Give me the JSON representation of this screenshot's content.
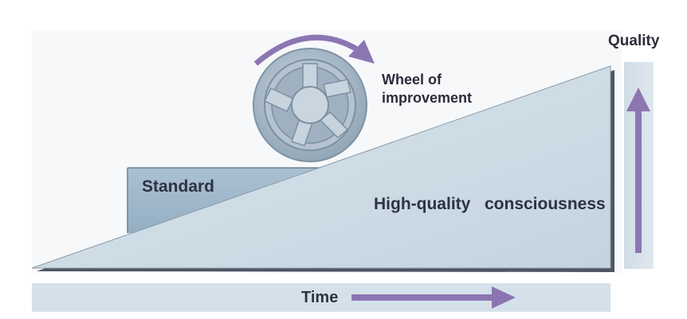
{
  "labels": {
    "quality": "Quality",
    "wheel_line1": "Wheel of",
    "wheel_line2": "improvement",
    "standard": "Standard",
    "high_quality": "High-quality  consciousness",
    "time": "Time"
  },
  "icons": {
    "wheel": "wheel-icon",
    "rotation_arrow": "curved-arrow-icon",
    "up_arrow": "arrow-up-icon",
    "right_arrow": "arrow-right-icon"
  },
  "colors": {
    "ramp_fill": "#ccdbe5",
    "ramp_shadow": "#4e5561",
    "standard_fill": "#9fb7c9",
    "wheel_fill": "#9fb1c0",
    "arrow": "#8c76b2",
    "bar_fill": "#d6e2ea"
  }
}
